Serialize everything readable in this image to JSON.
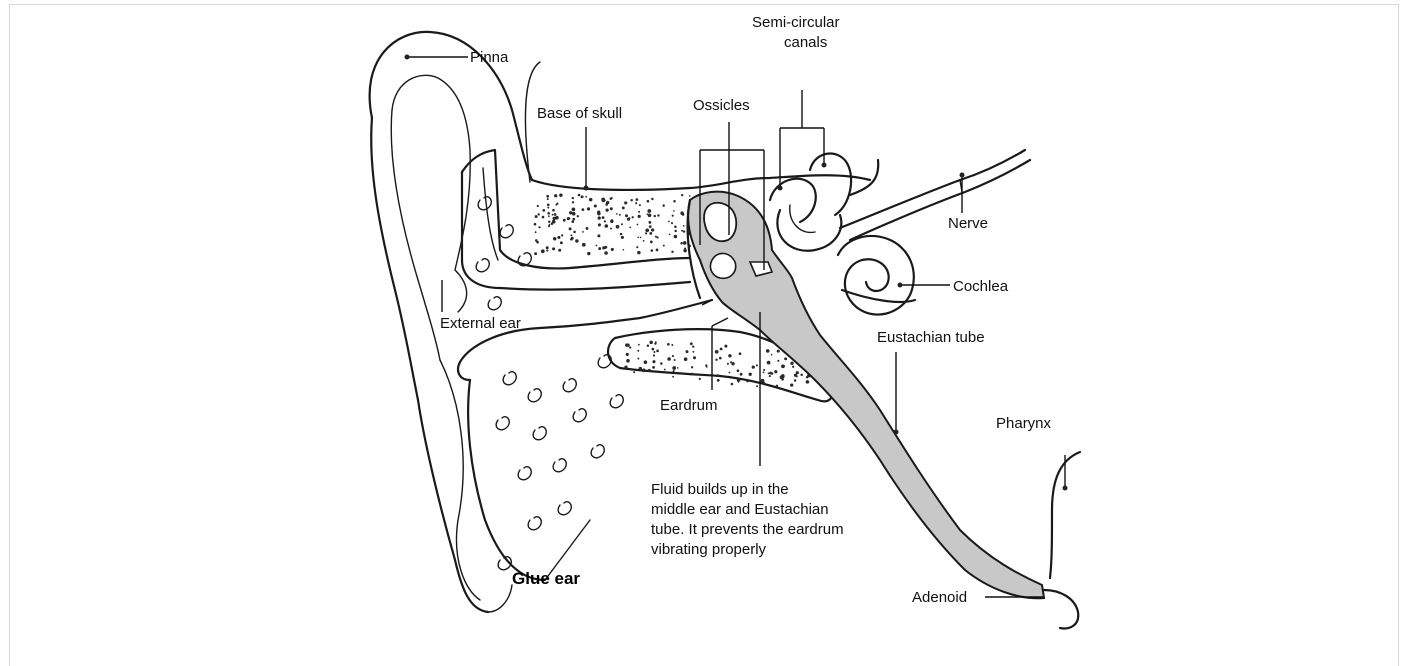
{
  "diagram": {
    "caption": "Glue ear",
    "labels": {
      "pinna": "Pinna",
      "semi_circular_1": "Semi-circular",
      "semi_circular_2": "canals",
      "base_of_skull": "Base of skull",
      "ossicles": "Ossicles",
      "nerve": "Nerve",
      "cochlea": "Cochlea",
      "external_ear": "External ear",
      "eustachian_tube": "Eustachian tube",
      "eardrum": "Eardrum",
      "pharynx": "Pharynx",
      "adenoid": "Adenoid",
      "fluid_1": "Fluid builds up in the",
      "fluid_2": "middle ear and Eustachian",
      "fluid_3": "tube. It prevents the eardrum",
      "fluid_4": "vibrating properly"
    },
    "colors": {
      "fluid": "#c8c8c8",
      "outline": "#1a1a1a",
      "background": "#ffffff"
    }
  }
}
